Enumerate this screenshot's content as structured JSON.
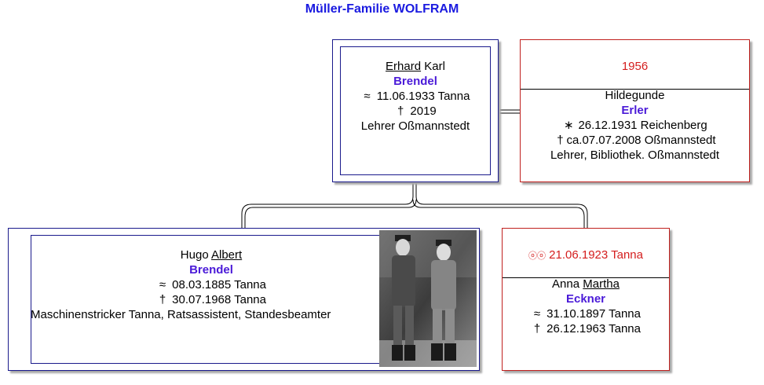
{
  "title": "Müller-Familie WOLFRAM",
  "father": {
    "first_name_call": "Erhard",
    "first_name_rest": "Karl",
    "surname": "Brendel",
    "birth_symbol": "≈",
    "birth": "11.06.1933 Tanna",
    "death_symbol": "†",
    "death": "2019",
    "occupation": "Lehrer Oßmannstedt"
  },
  "wife": {
    "marriage_year": "1956",
    "first_name": "Hildegunde",
    "surname": "Erler",
    "birth_symbol": "∗",
    "birth": "26.12.1931 Reichenberg",
    "death_symbol": "†",
    "death": "ca.07.07.2008 Oßmannstedt",
    "occupation": "Lehrer, Bibliothek. Oßmannstedt"
  },
  "grandfather": {
    "first_name_rest": "Hugo",
    "first_name_call": "Albert",
    "surname": "Brendel",
    "birth_symbol": "≈",
    "birth": "08.03.1885 Tanna",
    "death_symbol": "†",
    "death": "30.07.1968 Tanna",
    "occupation": "Maschinenstricker Tanna, Ratsassistent, Standesbeamter"
  },
  "grandmother": {
    "marriage_symbol": "ⓞⓞ",
    "marriage_date": "21.06.1923 Tanna",
    "first_name_rest": "Anna",
    "first_name_call": "Martha",
    "surname": "Eckner",
    "birth_symbol": "≈",
    "birth": "31.10.1897 Tanna",
    "death_symbol": "†",
    "death": "26.12.1963 Tanna"
  }
}
